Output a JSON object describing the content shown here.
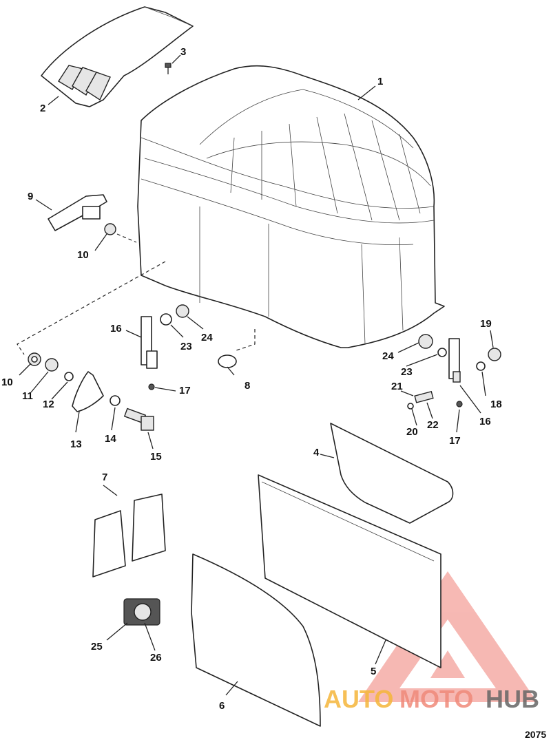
{
  "callouts": {
    "c1": "1",
    "c2": "2",
    "c3": "3",
    "c4": "4",
    "c5": "5",
    "c6": "6",
    "c7": "7",
    "c8": "8",
    "c9": "9",
    "c10a": "10",
    "c10b": "10",
    "c11": "11",
    "c12": "12",
    "c13": "13",
    "c14": "14",
    "c15": "15",
    "c16a": "16",
    "c16b": "16",
    "c17a": "17",
    "c17b": "17",
    "c18": "18",
    "c19": "19",
    "c20": "20",
    "c21": "21",
    "c22": "22",
    "c23a": "23",
    "c23b": "23",
    "c24a": "24",
    "c24b": "24",
    "c25": "25",
    "c26": "26"
  },
  "watermark": {
    "part1": "AUTO",
    "part2": "MOTO",
    "part3": "HUB",
    "color_primary": "#f5a623",
    "color_secondary": "#f08a7a",
    "color_dark": "#555555"
  },
  "document_number": "2075"
}
